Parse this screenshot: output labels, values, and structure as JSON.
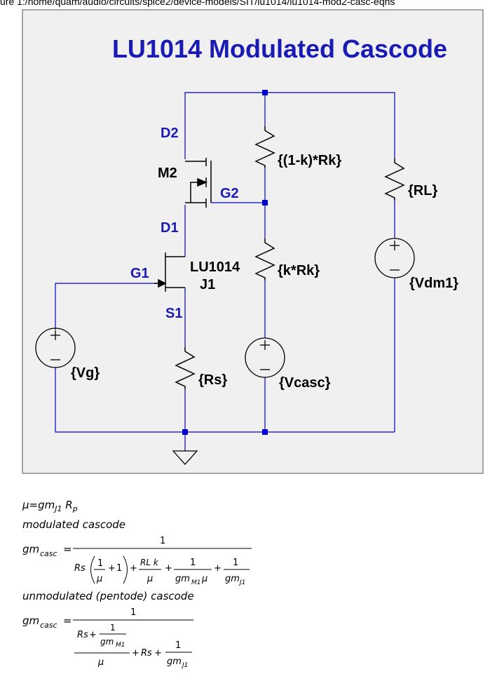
{
  "header": {
    "path": "ure 1:/home/quam/audio/circuits/spice2/device-models/SIT/lu1014/lu1014-mod2-casc-eqns"
  },
  "schematic": {
    "title": "LU1014 Modulated Cascode",
    "nodes": {
      "d2": "D2",
      "m2": "M2",
      "g2": "G2",
      "d1": "D1",
      "g1": "G1",
      "s1": "S1"
    },
    "parts": {
      "j1_model": "LU1014",
      "j1_name": "J1",
      "r_top": "{(1-k)*Rk}",
      "r_bottom": "{k*Rk}",
      "r_load": "{RL}",
      "r_source": "{Rs}",
      "v_gate": "{Vg}",
      "v_casc": "{Vcasc}",
      "v_drain": "{Vdm1}"
    },
    "colors": {
      "wire": "#0000cc",
      "label_blue": "#1a1ab4",
      "panel": "#f0f0f0",
      "symbol": "#000000"
    }
  },
  "equations": {
    "mu_def": {
      "lhs": "μ",
      "eq": "=",
      "gm": "gm",
      "gm_sub": "J1",
      "rp": "R",
      "rp_sub": "p"
    },
    "modulated_label": "modulated cascode",
    "unmodulated_label": "unmodulated (pentode) cascode",
    "gm": "gm",
    "casc_sub": "casc",
    "equals": "=",
    "one": "1",
    "mu": "μ",
    "plus": "+",
    "rs": "Rs",
    "rl_k": "RL k",
    "m1_sub": "M1",
    "j1_sub": "J1"
  }
}
